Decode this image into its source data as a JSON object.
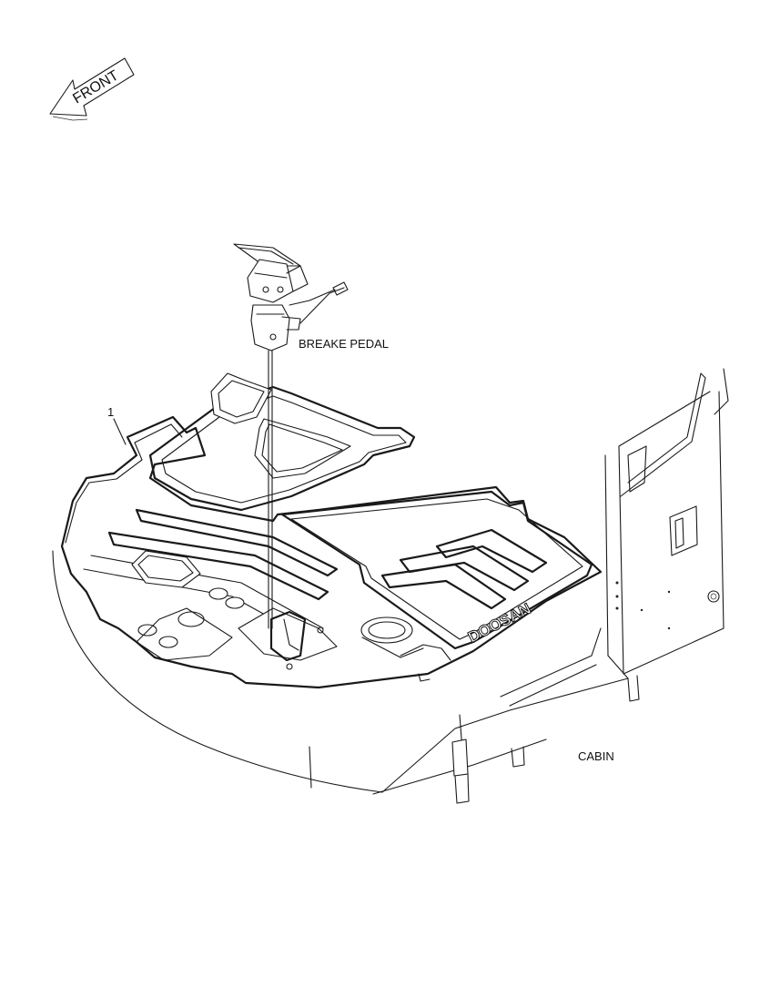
{
  "diagram": {
    "front_label": "FRONT",
    "brake_pedal_label": "BREAKE PEDAL",
    "part_number_label": "1",
    "cabin_label": "CABIN",
    "mat_logo_text": "DOOSAN"
  }
}
